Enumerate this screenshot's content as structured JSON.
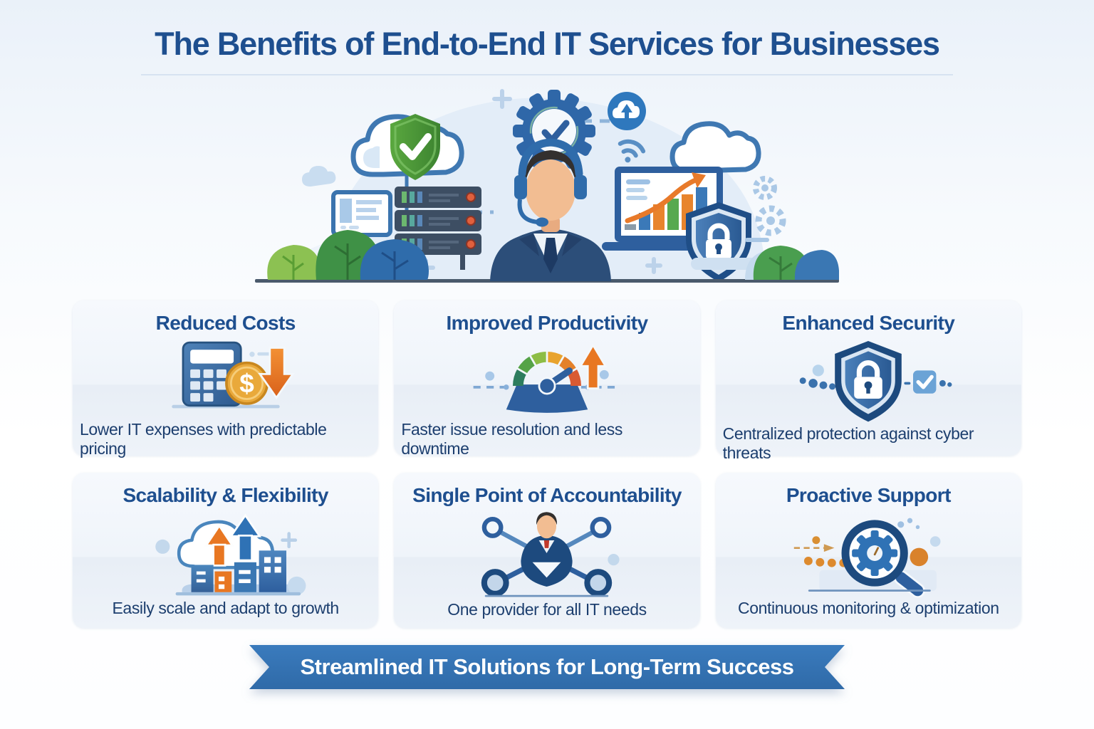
{
  "header": {
    "title": "The Benefits of End-to-End IT Services for Businesses"
  },
  "hero": {
    "description": "IT support agent with headset surrounded by clouds, servers, monitor, laptop with growth chart, shields and gears",
    "icons": [
      "cloud-icon",
      "shield-check-icon",
      "gear-check-icon",
      "cloud-upload-icon",
      "wifi-icon",
      "monitor-icon",
      "server-rack-icon",
      "support-agent",
      "laptop-chart-icon",
      "shield-lock-icon",
      "small-gear-icon",
      "bush-decoration"
    ]
  },
  "cards": [
    {
      "title": "Reduced Costs",
      "subtitle": "Lower IT expenses with predictable pricing",
      "icon": "calculator-dollar-down-arrow-icon",
      "currency_symbol": "$"
    },
    {
      "title": "Improved Productivity",
      "subtitle": "Faster issue resolution and less downtime",
      "icon": "speedometer-up-arrow-icon"
    },
    {
      "title": "Enhanced Security",
      "subtitle": "Centralized protection against cyber threats",
      "icon": "shield-lock-check-icon"
    },
    {
      "title": "Scalability & Flexibility",
      "subtitle": "Easily scale and adapt to growth",
      "icon": "cloud-arrows-buildings-icon"
    },
    {
      "title": "Single Point of Accountability",
      "subtitle": "One provider for all IT needs",
      "icon": "provider-network-icon"
    },
    {
      "title": "Proactive Support",
      "subtitle": "Continuous monitoring & optimization",
      "icon": "magnifier-gear-icon"
    }
  ],
  "banner": {
    "text": "Streamlined IT Solutions for Long-Term Success"
  },
  "colors": {
    "title_blue": "#1e4f8f",
    "text_navy": "#1c3e6e",
    "ribbon_blue": "#3273b4",
    "accent_orange": "#e87722",
    "accent_green": "#4c9e45",
    "card_bg": "#eef3f9"
  }
}
